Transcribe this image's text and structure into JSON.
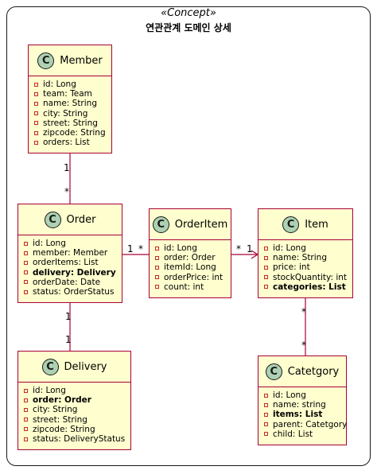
{
  "diagram": {
    "stereotype": "«Concept»",
    "title": "연관관계 도메인 상세",
    "colors": {
      "class_fill": "#fefece",
      "class_border": "#a80036",
      "badge": "#add1b2",
      "visibility_marker": "#c82930",
      "edge": "#a80036"
    },
    "classes": {
      "member": {
        "badge": "C",
        "name": "Member",
        "attributes": [
          {
            "text": "id: Long",
            "bold": false
          },
          {
            "text": "team: Team",
            "bold": false
          },
          {
            "text": "name: String",
            "bold": false
          },
          {
            "text": "city: String",
            "bold": false
          },
          {
            "text": "street: String",
            "bold": false
          },
          {
            "text": "zipcode: String",
            "bold": false
          },
          {
            "text": "orders: List",
            "bold": false
          }
        ]
      },
      "order": {
        "badge": "C",
        "name": "Order",
        "attributes": [
          {
            "text": "id: Long",
            "bold": false
          },
          {
            "text": "member: Member",
            "bold": false
          },
          {
            "text": "orderItems: List",
            "bold": false
          },
          {
            "text": "delivery: Delivery",
            "bold": true
          },
          {
            "text": "orderDate: Date",
            "bold": false
          },
          {
            "text": "status: OrderStatus",
            "bold": false
          }
        ]
      },
      "orderitem": {
        "badge": "C",
        "name": "OrderItem",
        "attributes": [
          {
            "text": "id: Long",
            "bold": false
          },
          {
            "text": "order: Order",
            "bold": false
          },
          {
            "text": "itemId: Long",
            "bold": false
          },
          {
            "text": "orderPrice: int",
            "bold": false
          },
          {
            "text": "count: int",
            "bold": false
          }
        ]
      },
      "item": {
        "badge": "C",
        "name": "Item",
        "attributes": [
          {
            "text": "id: Long",
            "bold": false
          },
          {
            "text": "name: String",
            "bold": false
          },
          {
            "text": "price: int",
            "bold": false
          },
          {
            "text": "stockQuantity: int",
            "bold": false
          },
          {
            "text": "categories: List",
            "bold": true
          }
        ]
      },
      "delivery": {
        "badge": "C",
        "name": "Delivery",
        "attributes": [
          {
            "text": "id: Long",
            "bold": false
          },
          {
            "text": "order: Order",
            "bold": true
          },
          {
            "text": "city: String",
            "bold": false
          },
          {
            "text": "street: String",
            "bold": false
          },
          {
            "text": "zipcode: String",
            "bold": false
          },
          {
            "text": "status: DeliveryStatus",
            "bold": false
          }
        ]
      },
      "category": {
        "badge": "C",
        "name": "Catetgory",
        "attributes": [
          {
            "text": "id: Long",
            "bold": false
          },
          {
            "text": "name: string",
            "bold": false
          },
          {
            "text": "items: List",
            "bold": true
          },
          {
            "text": "parent: Catetgory",
            "bold": false
          },
          {
            "text": "child: List",
            "bold": false
          }
        ]
      }
    },
    "associations": [
      {
        "from": "member",
        "to": "order",
        "from_mult": "1",
        "to_mult": "*",
        "arrow": false
      },
      {
        "from": "order",
        "to": "orderitem",
        "from_mult": "1",
        "to_mult": "*",
        "arrow": false
      },
      {
        "from": "orderitem",
        "to": "item",
        "from_mult": "*",
        "to_mult": "1",
        "arrow": true
      },
      {
        "from": "order",
        "to": "delivery",
        "from_mult": "1",
        "to_mult": "1",
        "arrow": false
      },
      {
        "from": "item",
        "to": "category",
        "from_mult": "*",
        "to_mult": "*",
        "arrow": false
      }
    ]
  }
}
